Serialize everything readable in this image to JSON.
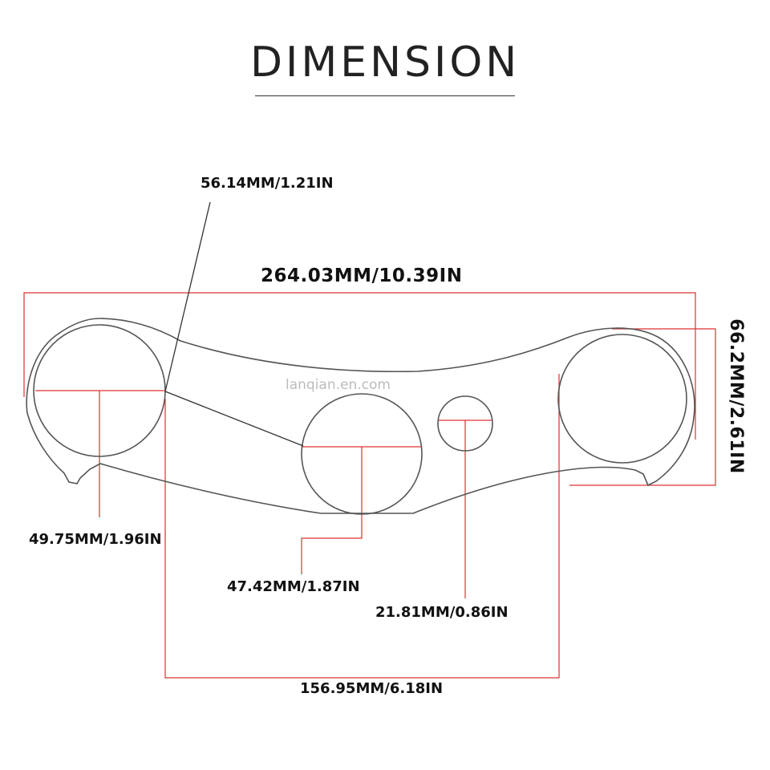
{
  "title": "DIMENSION",
  "watermark": "lanqian.en.com",
  "dimensions": {
    "overall_width": "264.03MM/10.39IN",
    "overall_height": "66.2MM/2.61IN",
    "arm_width": "56.14MM/1.21IN",
    "left_hole_diameter": "49.75MM/1.96IN",
    "center_hole_diameter": "47.42MM/1.87IN",
    "small_hole_diameter": "21.81MM/0.86IN",
    "hole_spacing": "156.95MM/6.18IN"
  },
  "colors": {
    "outline": "#555555",
    "dimension_line": "#e03030",
    "leader_line": "#333333",
    "text": "#111111",
    "watermark": "#bcbcbc"
  }
}
